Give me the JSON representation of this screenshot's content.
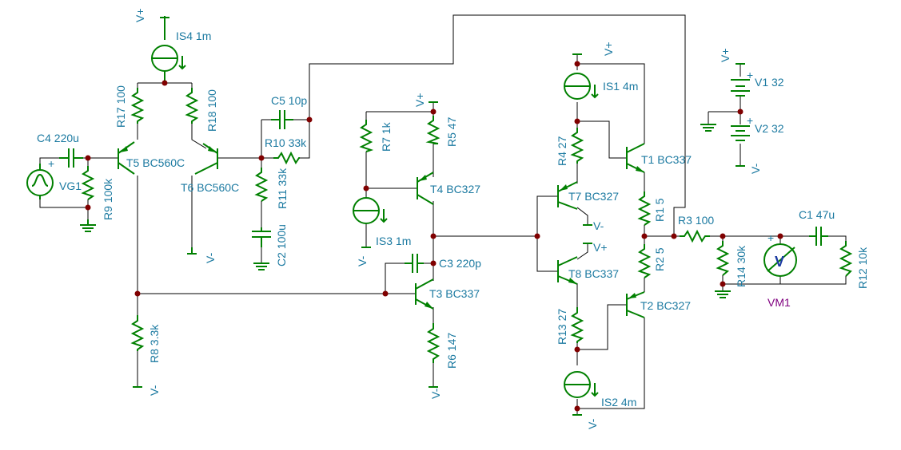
{
  "colors": {
    "wire": "#000000",
    "component": "#008000",
    "label": "#1c7aa1",
    "meter_label": "#800080",
    "junction": "#800000"
  },
  "labels": {
    "is4": "IS4 1m",
    "is4_rail": "V+",
    "r17": "R17 100",
    "r18": "R18 100",
    "c4": "C4 220u",
    "vg1": "VG1",
    "r9": "R9 100k",
    "t5": "T5 BC560C",
    "t6": "T6 BC560C",
    "t6_rail": "V-",
    "c5": "C5 10p",
    "r10": "R10 33k",
    "r11": "R11 33k",
    "c2": "C2 100u",
    "r8": "R8 3.3k",
    "r8_rail": "V-",
    "r7": "R7 1k",
    "r5": "R5 47",
    "r5_rail": "V+",
    "t4": "T4 BC327",
    "is3": "IS3 1m",
    "is3_rail": "V-",
    "c3": "C3 220p",
    "t3": "T3 BC337",
    "r6": "R6 147",
    "r6_rail": "V-",
    "is1": "IS1 4m",
    "is1_rail": "V+",
    "r4": "R4 27",
    "t7": "T7 BC327",
    "t7_rail": "V-",
    "t8": "T8 BC337",
    "t8_rail": "V+",
    "r13": "R13 27",
    "is2": "IS2 4m",
    "is2_rail": "V-",
    "t1": "T1 BC337",
    "r1": "R1 5",
    "r2": "R2 5",
    "t2": "T2 BC327",
    "r3": "R3 100",
    "r14": "R14 30k",
    "c1": "C1 47u",
    "vm1_symbol": "V",
    "vm1": "VM1",
    "r12": "R12 10k",
    "v1_rail": "V+",
    "v1": "V1 32",
    "v2": "V2 32",
    "v2_rail": "V-",
    "plus": "+"
  }
}
